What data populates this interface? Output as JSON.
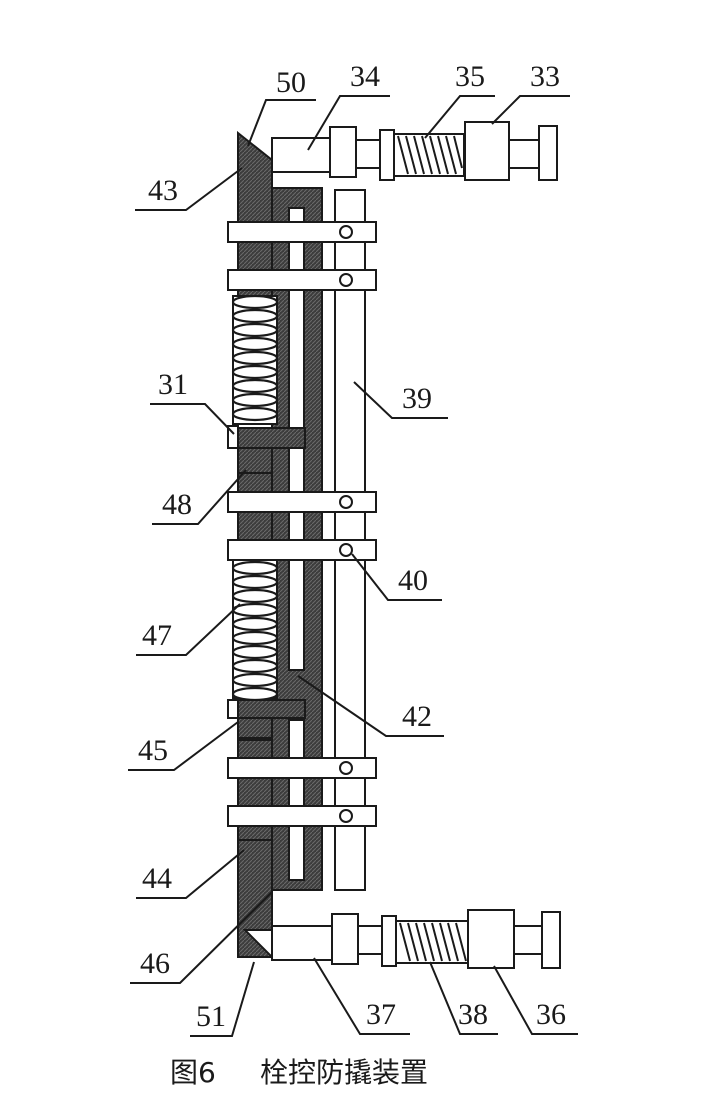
{
  "caption": {
    "figure_number": "图6",
    "title": "栓控防撬装置"
  },
  "labels": {
    "n50": "50",
    "n34": "34",
    "n35": "35",
    "n33": "33",
    "n43": "43",
    "n31": "31",
    "n39": "39",
    "n48": "48",
    "n40": "40",
    "n47": "47",
    "n42": "42",
    "n45": "45",
    "n44": "44",
    "n46": "46",
    "n51": "51",
    "n37": "37",
    "n38": "38",
    "n36": "36"
  },
  "colors": {
    "dark_part": "#3c3c3c",
    "line": "#1a1a1a"
  }
}
